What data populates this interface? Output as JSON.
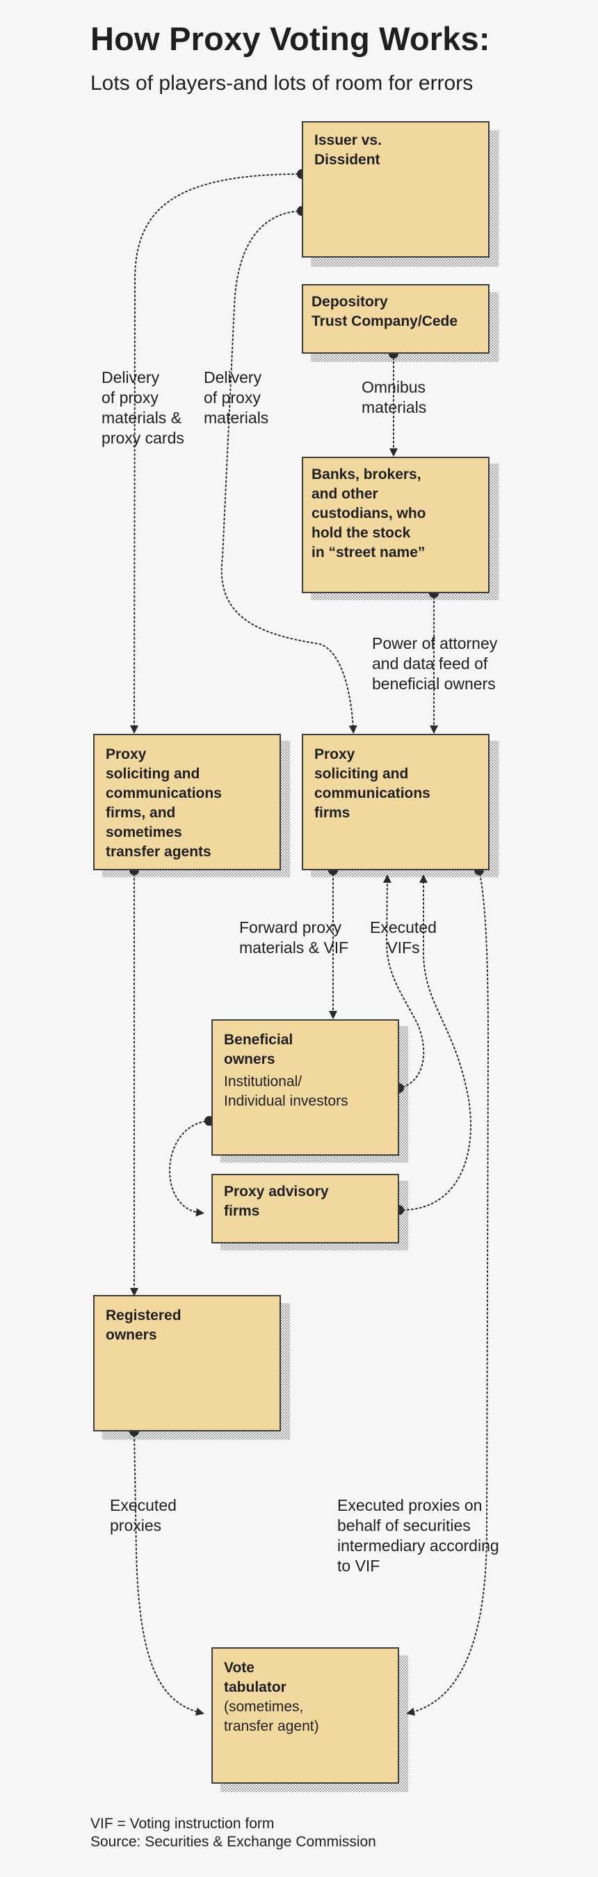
{
  "title": "How Proxy Voting Works:",
  "subtitle": "Lots of players-and lots of room for errors",
  "boxes": {
    "issuer": {
      "title": "Issuer vs.\nDissident"
    },
    "dtc": {
      "title": "Depository\nTrust Company/Cede"
    },
    "banks": {
      "title": "Banks, brokers,\nand other\ncustodians, who\nhold the stock\nin “street name”"
    },
    "proxy_left": {
      "title": "Proxy\nsoliciting and\ncommunications\nfirms, and\nsometimes\ntransfer agents"
    },
    "proxy_right": {
      "title": "Proxy\nsoliciting and\ncommunications\nfirms"
    },
    "beneficial": {
      "title": "Beneficial\nowners",
      "sub": "Institutional/\nIndividual investors"
    },
    "advisory": {
      "title": "Proxy advisory\nfirms"
    },
    "registered": {
      "title": "Registered\nowners"
    },
    "tabulator": {
      "title": "Vote\ntabulator",
      "sub": "(sometimes,\ntransfer agent)"
    }
  },
  "labels": {
    "delivery_cards": "Delivery\nof proxy\nmaterials &\nproxy cards",
    "delivery": "Delivery\nof proxy\nmaterials",
    "omnibus": "Omnibus\nmaterials",
    "power": "Power of attorney\nand data feed of\nbeneficial owners",
    "forward": "Forward proxy\nmaterials & VIF",
    "executed_vifs": "Executed\nVIFs",
    "executed_proxies": "Executed\nproxies",
    "executed_behalf": "Executed proxies on\nbehalf of securities\nintermediary according\nto VIF"
  },
  "footnotes": {
    "vif": "VIF = Voting instruction form",
    "source": "Source: Securities & Exchange Commission"
  },
  "colors": {
    "box_fill": "#f0d89f",
    "box_border": "#3f3f3f",
    "line": "#2a2a2a",
    "background": "#f6f6f6"
  }
}
